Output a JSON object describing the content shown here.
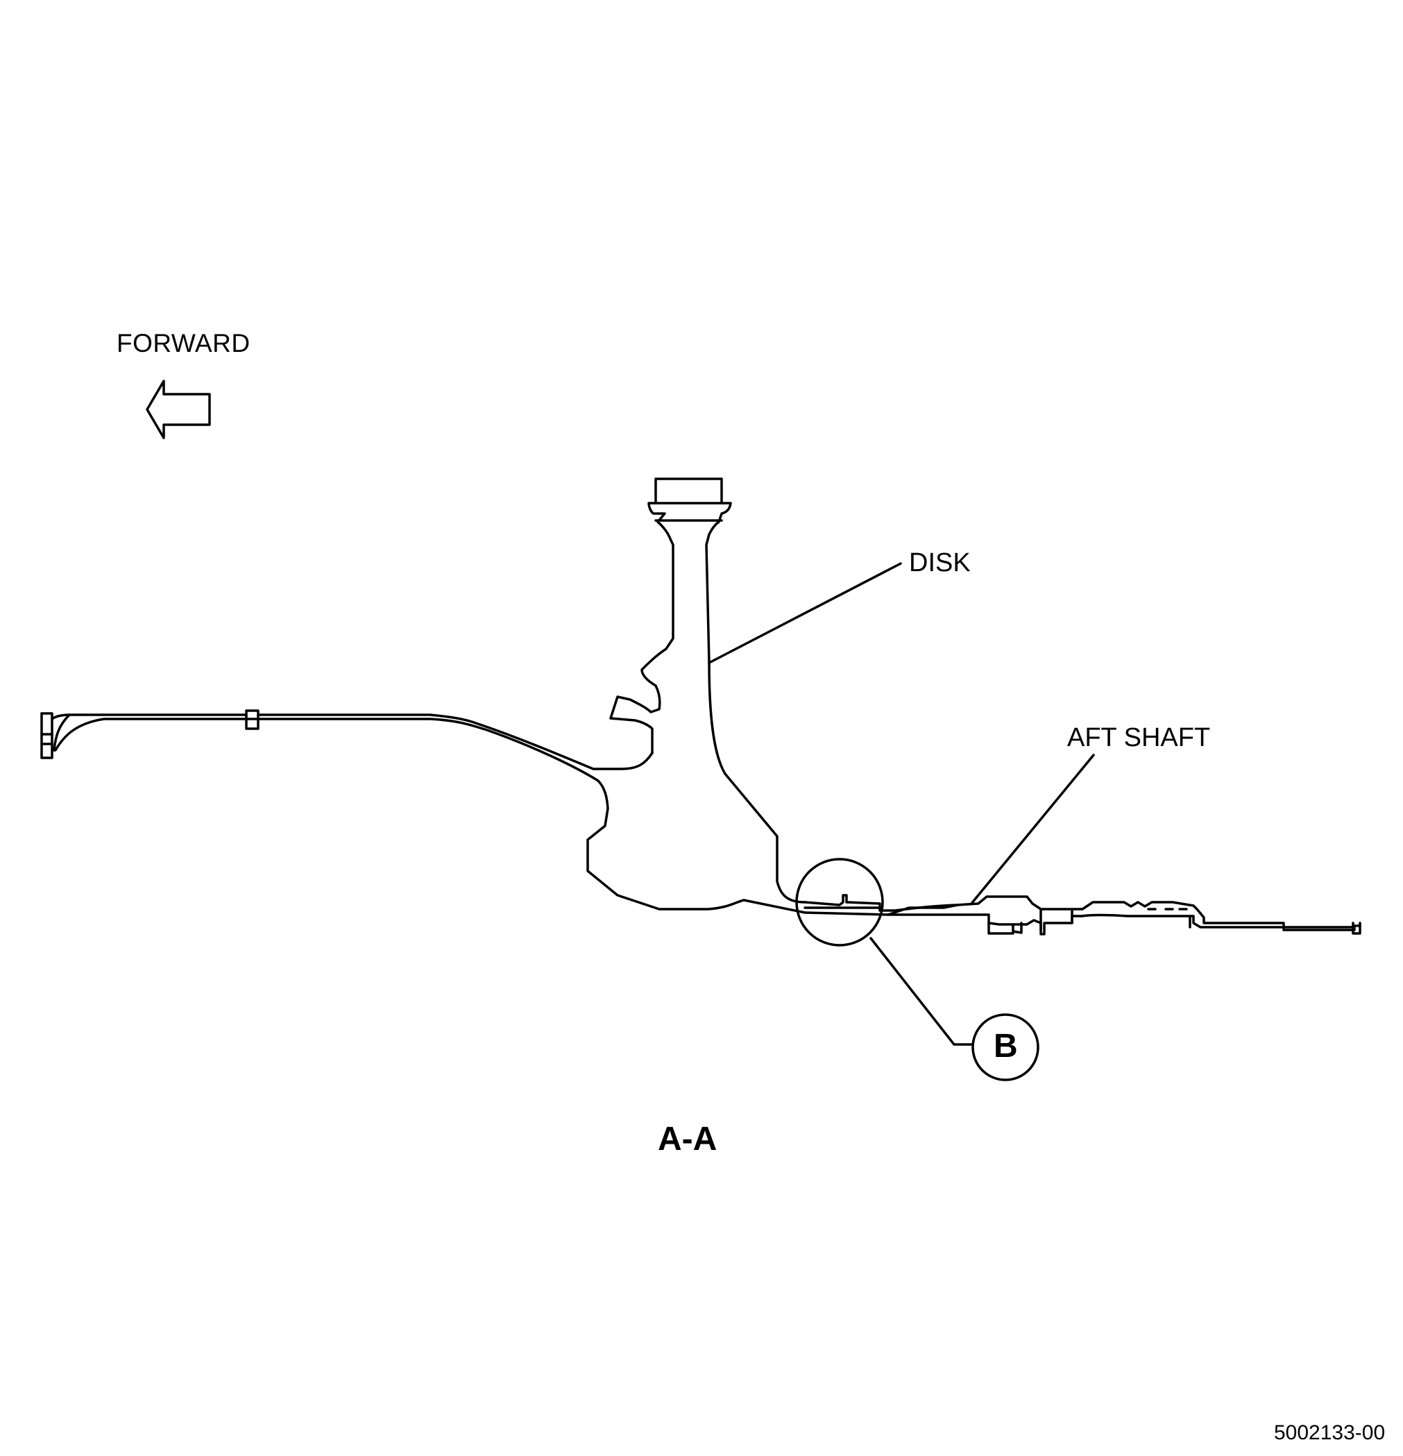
{
  "labels": {
    "forward": "FORWARD",
    "disk": "DISK",
    "aft_shaft": "AFT SHAFT",
    "section": "A-A",
    "detail": "B",
    "drawing_number": "5002133-00"
  },
  "colors": {
    "line": "#000000",
    "background": "#ffffff"
  }
}
